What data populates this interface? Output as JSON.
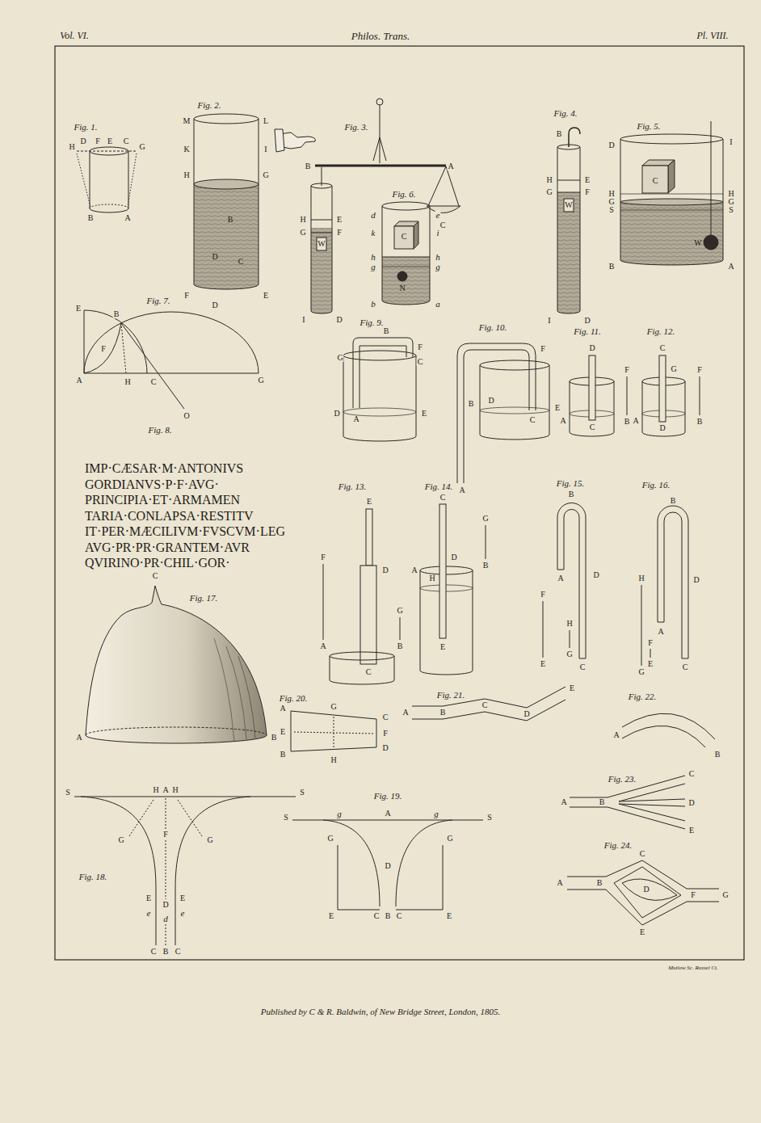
{
  "diagram": {
    "title": "Philos. Trans.",
    "caption": "Published by C & R. Baldwin, of New Bridge Street, London, 1805.",
    "labels": [
      "Vol. VI.",
      "Pl. VIII.",
      "Fig. 1.",
      "H",
      "D",
      "F",
      "E",
      "C",
      "G",
      "B",
      "A",
      "Fig. 2.",
      "M",
      "L",
      "K",
      "I",
      "H",
      "G",
      "B",
      "D",
      "C",
      "F",
      "E",
      "Fig. 3.",
      "B",
      "A",
      "C",
      "H",
      "E",
      "G",
      "F",
      "W",
      "I",
      "D",
      "Fig. 4.",
      "B",
      "H",
      "E",
      "G",
      "F",
      "W",
      "I",
      "D",
      "Fig. 5.",
      "D",
      "I",
      "C",
      "H",
      "G",
      "S",
      "H",
      "G",
      "S",
      "W",
      "B",
      "A",
      "Fig. 6.",
      "d",
      "e",
      "k",
      "i",
      "C",
      "h",
      "h",
      "g",
      "g",
      "N",
      "b",
      "a",
      "Fig. 7.",
      "E",
      "D",
      "B",
      "F",
      "A",
      "H",
      "C",
      "O",
      "G",
      "Fig. 8.",
      "IMP·CÆSAR·M·ANTONIVS",
      "GORDIANVS·P·F·AVG·",
      "PRINCIPIA·ET·ARMAMEN",
      "TARIA·CONLAPSA·RESTITV",
      "IT·PER·MÆCILIVM·FVSCVM·LEG",
      "AVG·PR·PR·GRANTEM·AVR",
      "QVIRINO·PR·CHIL·GOR·",
      "Fig. 9.",
      "B",
      "F",
      "G",
      "C",
      "D",
      "A",
      "E",
      "Fig. 10.",
      "F",
      "B",
      "D",
      "C",
      "E",
      "A",
      "Fig. 11.",
      "D",
      "F",
      "A",
      "C",
      "B",
      "Fig. 12.",
      "C",
      "G",
      "F",
      "A",
      "D",
      "B",
      "Fig. 13.",
      "E",
      "D",
      "F",
      "G",
      "A",
      "B",
      "C",
      "Fig. 14.",
      "C",
      "D",
      "G",
      "A",
      "H",
      "B",
      "E",
      "Fig. 15.",
      "B",
      "A",
      "D",
      "F",
      "H",
      "G",
      "E",
      "C",
      "Fig. 16.",
      "B",
      "H",
      "D",
      "A",
      "F",
      "E",
      "G",
      "C",
      "Fig. 17.",
      "C",
      "A",
      "B",
      "S",
      "H",
      "A",
      "H",
      "S",
      "G",
      "F",
      "G",
      "Fig. 18.",
      "E",
      "D",
      "E",
      "e",
      "d",
      "e",
      "C",
      "B",
      "C",
      "Fig. 19.",
      "S",
      "g",
      "A",
      "g",
      "S",
      "G",
      "D",
      "G",
      "E",
      "C",
      "B",
      "C",
      "E",
      "Fig. 20.",
      "A",
      "G",
      "C",
      "E",
      "F",
      "B",
      "H",
      "D",
      "Fig. 21.",
      "A",
      "B",
      "C",
      "D",
      "E",
      "Fig. 22.",
      "A",
      "B",
      "Fig. 23.",
      "C",
      "A",
      "B",
      "D",
      "E",
      "Fig. 24.",
      "C",
      "A",
      "B",
      "D",
      "F",
      "G",
      "E",
      "Mutlow Sc. Russel Ct."
    ]
  }
}
